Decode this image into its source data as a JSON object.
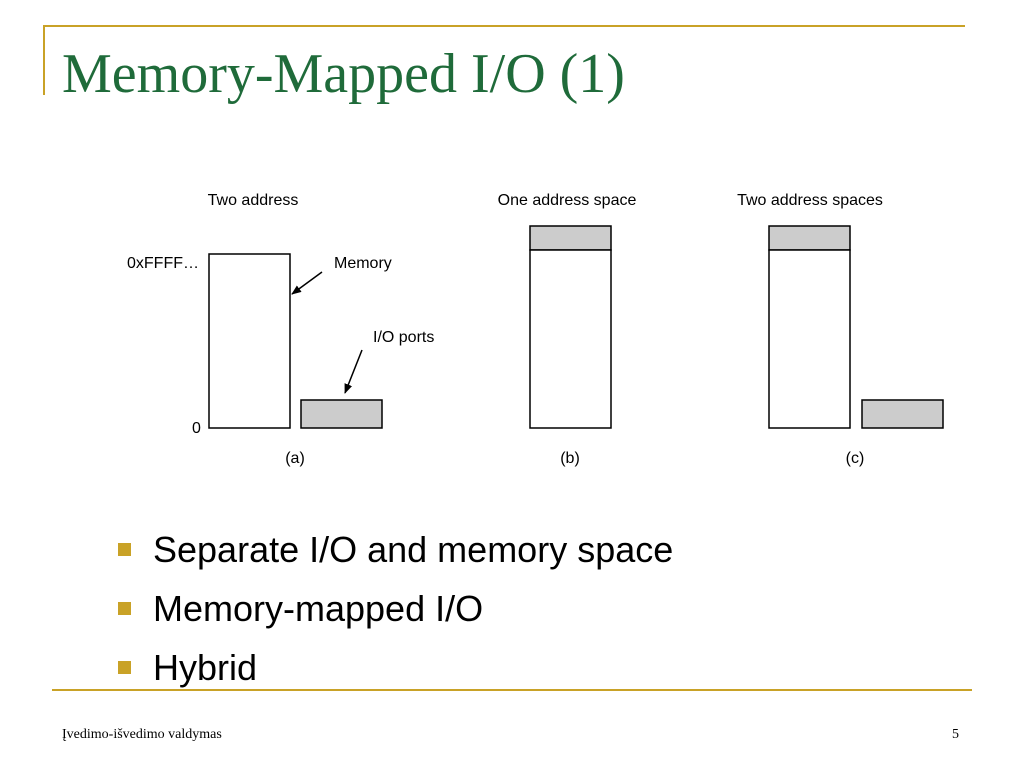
{
  "slide": {
    "title": "Memory-Mapped I/O (1)"
  },
  "diagram": {
    "panel_a": {
      "heading": "Two address",
      "top_label": "0xFFFF…",
      "bottom_label": "0",
      "memory_label": "Memory",
      "io_label": "I/O ports",
      "caption": "(a)"
    },
    "panel_b": {
      "heading": "One address space",
      "caption": "(b)"
    },
    "panel_c": {
      "heading": "Two address spaces",
      "caption": "(c)"
    }
  },
  "bullets": [
    "Separate I/O and memory space",
    "Memory-mapped I/O",
    "Hybrid"
  ],
  "footer": {
    "text": "Įvedimo-išvedimo valdymas",
    "page_number": "5"
  },
  "colors": {
    "accent": "#c9a227",
    "title": "#1f6b3a",
    "io_fill": "#cccccc"
  }
}
